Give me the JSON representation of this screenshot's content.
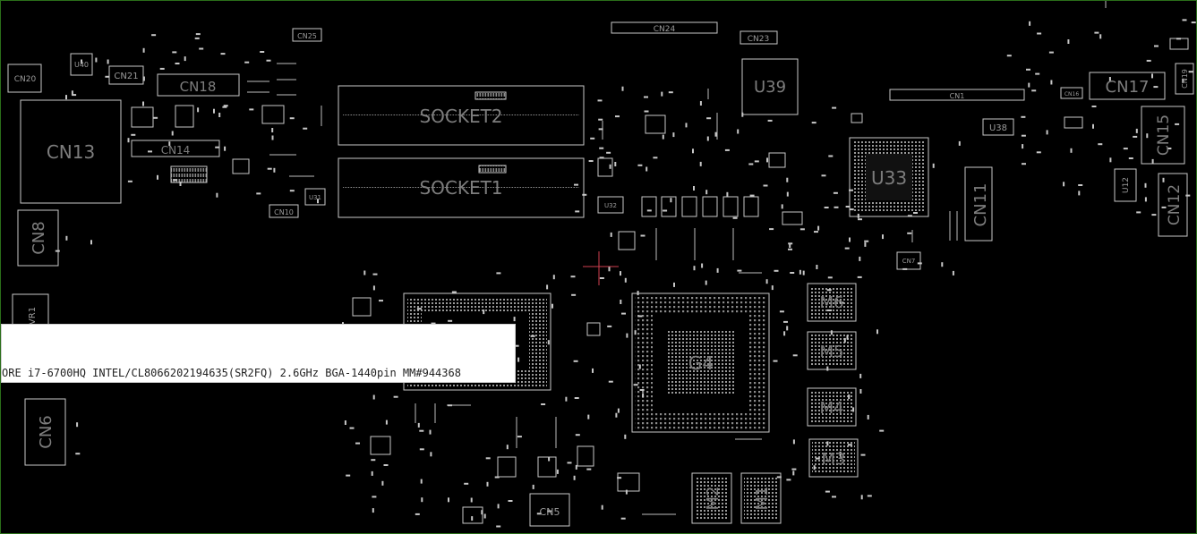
{
  "components": {
    "big": [
      {
        "id": "socket2",
        "label": "SOCKET2"
      },
      {
        "id": "socket1",
        "label": "SOCKET1"
      },
      {
        "id": "cn13",
        "label": "CN13"
      },
      {
        "id": "cn18",
        "label": "CN18"
      },
      {
        "id": "cn17",
        "label": "CN17"
      },
      {
        "id": "u39",
        "label": "U39"
      },
      {
        "id": "u33",
        "label": "U33"
      },
      {
        "id": "g4",
        "label": "G4"
      },
      {
        "id": "m6",
        "label": "M6"
      },
      {
        "id": "m5",
        "label": "M5"
      },
      {
        "id": "m4",
        "label": "M4"
      },
      {
        "id": "m3",
        "label": "M3"
      },
      {
        "id": "m2",
        "label": "M2"
      },
      {
        "id": "m1",
        "label": "M1"
      },
      {
        "id": "cn8",
        "label": "CN8"
      },
      {
        "id": "cn6",
        "label": "CN6"
      },
      {
        "id": "cn11",
        "label": "CN11"
      },
      {
        "id": "cn15",
        "label": "CN15"
      },
      {
        "id": "cn12",
        "label": "CN12"
      },
      {
        "id": "cn14",
        "label": "CN14"
      }
    ],
    "small": [
      {
        "id": "cn20",
        "label": "CN20"
      },
      {
        "id": "u40",
        "label": "U40"
      },
      {
        "id": "cn21",
        "label": "CN21"
      },
      {
        "id": "cn25",
        "label": "CN25"
      },
      {
        "id": "cn24",
        "label": "CN24"
      },
      {
        "id": "cn23",
        "label": "CN23"
      },
      {
        "id": "cn1",
        "label": "CN1"
      },
      {
        "id": "cn16",
        "label": "CN16"
      },
      {
        "id": "cn19",
        "label": "CN19"
      },
      {
        "id": "u38",
        "label": "U38"
      },
      {
        "id": "u12",
        "label": "U12"
      },
      {
        "id": "cn10",
        "label": "CN10"
      },
      {
        "id": "u31",
        "label": "U31"
      },
      {
        "id": "u32",
        "label": "U32"
      },
      {
        "id": "cn7",
        "label": "CN7"
      },
      {
        "id": "cn5",
        "label": "CN5"
      },
      {
        "id": "vr1",
        "label": "VR1"
      }
    ]
  },
  "tooltip": {
    "text": "ORE i7-6700HQ INTEL/CL8066202194635(SR2FQ) 2.6GHz BGA-1440pin  MM#944368"
  },
  "colors": {
    "background": "#000000",
    "outline": "#c8c8c8",
    "label": "#7d7d7d",
    "grid": "#9a9a9a",
    "frame": "#2a6e1a",
    "cursor": "#d04050"
  }
}
